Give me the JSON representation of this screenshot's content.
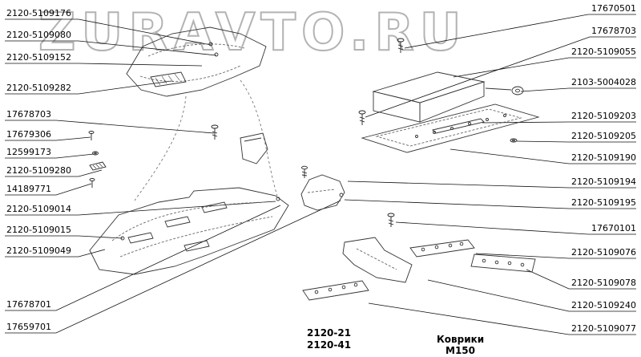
{
  "watermark": "ZURAVTO.RU",
  "labels": {
    "left": [
      {
        "text": "2120-5109176"
      },
      {
        "text": "2120-5109080"
      },
      {
        "text": "2120-5109152"
      },
      {
        "text": "2120-5109282"
      },
      {
        "text": "17678703"
      },
      {
        "text": "17679306"
      },
      {
        "text": "12599173"
      },
      {
        "text": "2120-5109280"
      },
      {
        "text": "14189771"
      },
      {
        "text": "2120-5109014"
      },
      {
        "text": "2120-5109015"
      },
      {
        "text": "2120-5109049"
      },
      {
        "text": "17678701"
      },
      {
        "text": "17659701"
      }
    ],
    "right": [
      {
        "text": "17670501"
      },
      {
        "text": "17678703"
      },
      {
        "text": "2120-5109055"
      },
      {
        "text": "2103-5004028"
      },
      {
        "text": "2120-5109203"
      },
      {
        "text": "2120-5109205"
      },
      {
        "text": "2120-5109190"
      },
      {
        "text": "2120-5109194"
      },
      {
        "text": "2120-5109195"
      },
      {
        "text": "17670101"
      },
      {
        "text": "2120-5109076"
      },
      {
        "text": "2120-5109078"
      },
      {
        "text": "2120-5109240"
      },
      {
        "text": "2120-5109077"
      }
    ]
  },
  "footer": {
    "model_codes": [
      "2120-21",
      "2120-41"
    ],
    "title": "Коврики",
    "sheet": "М150"
  }
}
